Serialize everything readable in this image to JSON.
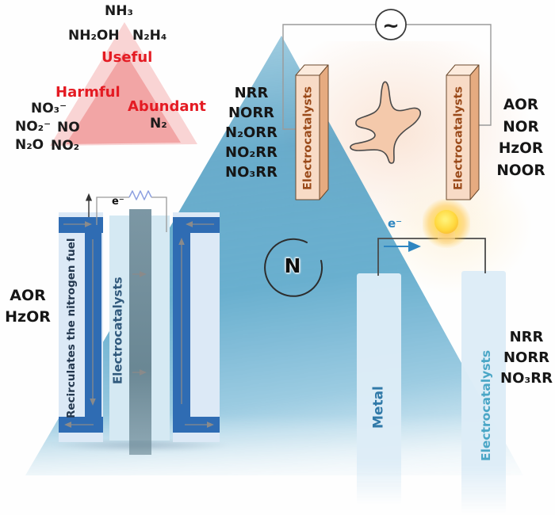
{
  "figure": {
    "pyramid": {
      "nh3": "NH₃",
      "nh2oh": "NH₂OH",
      "n2h4": "N₂H₄",
      "useful": "Useful",
      "harmful": "Harmful",
      "abundant": "Abundant",
      "no3_minus": "NO₃⁻",
      "no2_minus": "NO₂⁻",
      "no": "NO",
      "n2o": "N₂O",
      "no2": "NO₂",
      "n2": "N₂"
    },
    "ac_circuit": {
      "source_symbol": "~",
      "left_electrode_label": "Electrocatalysts",
      "right_electrode_label": "Electrocatalysts",
      "reduction_reactions": [
        "NRR",
        "NORR",
        "N₂ORR",
        "NO₂RR",
        "NO₃RR"
      ],
      "oxidation_reactions": [
        "AOR",
        "NOR",
        "HzOR",
        "NOOR"
      ]
    },
    "flow_cell": {
      "electron_label": "e⁻",
      "channel_label": "Recirculates the nitrogen fuel",
      "catalyst_label": "Electrocatalysts",
      "oxidation_reactions": [
        "AOR",
        "HzOR"
      ]
    },
    "nitrogen_cycle": {
      "element_symbol": "N"
    },
    "galvanic_cell": {
      "electron_label": "e⁻",
      "metal_electrode_label": "Metal",
      "catalyst_electrode_label": "Electrocatalysts",
      "reduction_reactions": [
        "NRR",
        "NORR",
        "NO₃RR"
      ]
    }
  },
  "colors": {
    "accent_red": "#e41b23",
    "pyramid_blue": "#54a4c8",
    "pink_triangle": "#ec7676",
    "electrode_peach_face": "#f8dbc6",
    "electrode_peach_side": "#e6ab80",
    "bar_text_brown": "#9a4a1a",
    "device_dark_blue": "#2f6cb3",
    "device_light_blue": "#dce9f6",
    "membrane_gray": "#6a8794",
    "metal_text_blue": "#3079a8",
    "catalyst_text_cyan": "#4aa6c6",
    "electron_blue": "#2e86c1",
    "bulb_yellow": "#ffd83d"
  }
}
